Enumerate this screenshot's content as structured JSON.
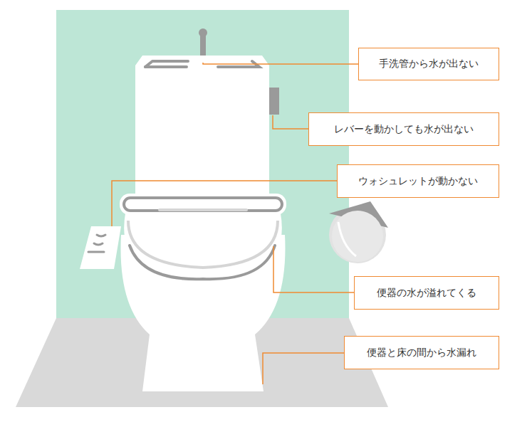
{
  "diagram": {
    "nodes": [
      {
        "text": [
          "手洗管から水が出ない"
        ]
      },
      {
        "text": [
          "レバーを動かしても水が出ない"
        ]
      },
      {
        "text": [
          "ウォシュレットが動かない"
        ]
      },
      {
        "text": [
          "便器の水が溢れてくる"
        ]
      },
      {
        "text": [
          "便器と床の間から水漏れ"
        ]
      }
    ]
  }
}
